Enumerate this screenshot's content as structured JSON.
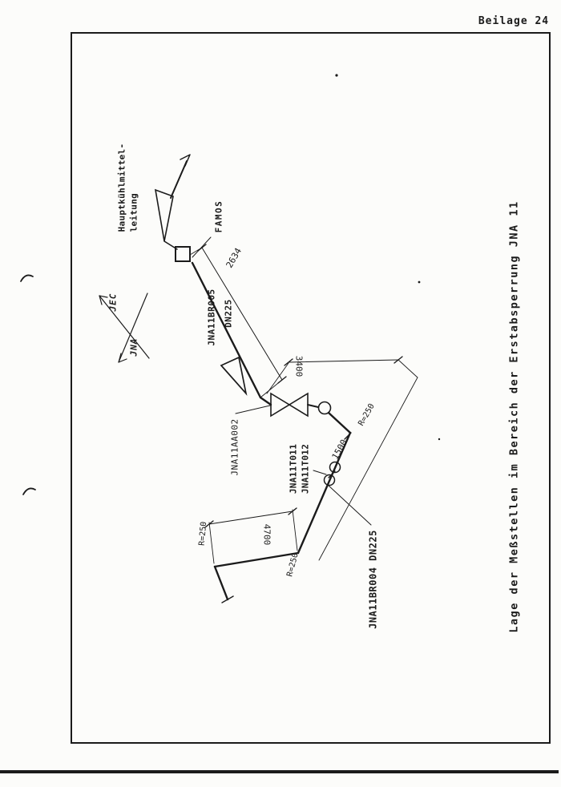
{
  "colors": {
    "ink": "#1b1b1b",
    "paper": "#fcfcfa"
  },
  "page": {
    "attachment_label": "Beilage 24"
  },
  "drawing": {
    "title": "Lage der Meßstellen im Bereich der Erstabsperrung JNA 11",
    "labels": {
      "main_coolant_line": "Hauptkühlmittel-\nleitung",
      "famos": "FAMOS",
      "pipe_br005": "JNA11BR005",
      "pipe_br005_dn": "DN225",
      "axis_jec": "JEC",
      "axis_jna": "JNA",
      "valve_aa002": "JNA11AA002",
      "temp_points": "JNA11T011\nJNA11T012",
      "pipe_br004": "JNA11BR004 DN225"
    },
    "dimensions": {
      "dim_2634": "2634",
      "dim_3400": "3400",
      "dim_1500": "1500",
      "dim_4700": "4700",
      "radius_250": "R=250"
    }
  }
}
